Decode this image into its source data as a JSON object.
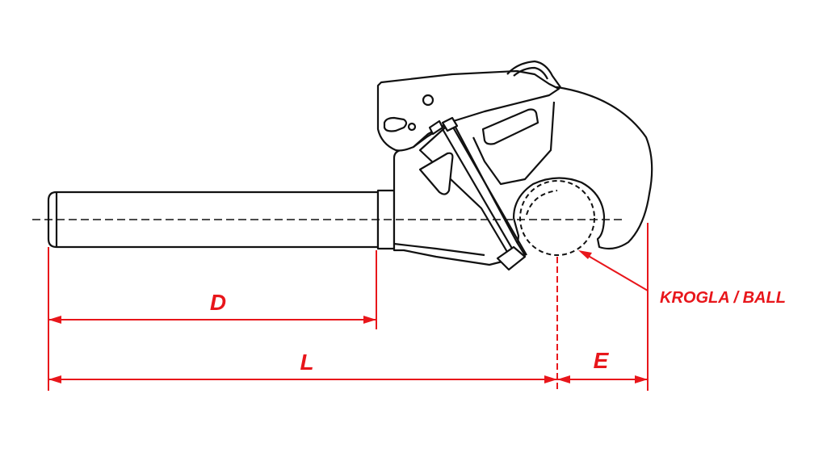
{
  "labels": {
    "d": "D",
    "l": "L",
    "e": "E",
    "ball": "KROGLA / BALL"
  },
  "colors": {
    "outline": "#111111",
    "dimension": "#e8161b",
    "background": "#ffffff"
  }
}
